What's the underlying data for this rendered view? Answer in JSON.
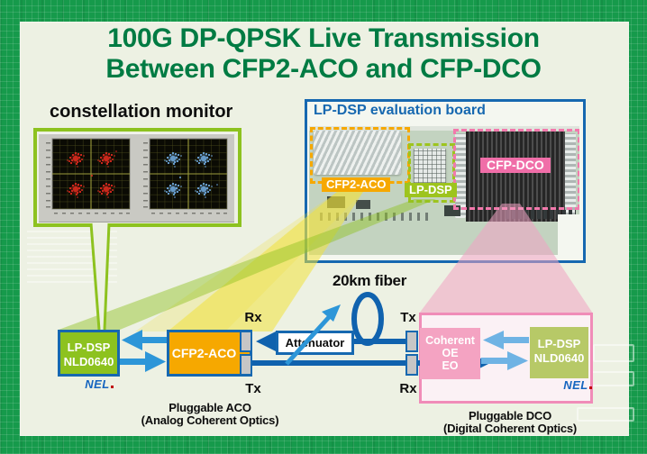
{
  "title": {
    "line1": "100G DP-QPSK Live Transmission",
    "line2": "Between CFP2-ACO and CFP-DCO"
  },
  "constellation_monitor": {
    "label": "constellation monitor"
  },
  "evaluation_board": {
    "title": "LP-DSP evaluation board",
    "components": {
      "cfp2_aco": "CFP2-ACO",
      "lp_dsp": "LP-DSP",
      "cfp_dco": "CFP-DCO"
    }
  },
  "diagram": {
    "aco_dsp_module": {
      "line1": "LP-DSP",
      "line2": "NLD0640"
    },
    "aco_module": "CFP2-ACO",
    "attenuator": "Attenuator",
    "fiber_label": "20km fiber",
    "ports": {
      "aco_rx": "Rx",
      "aco_tx": "Tx",
      "dco_tx": "Tx",
      "dco_rx": "Rx"
    },
    "dco_oe_module": {
      "line1": "Coherent",
      "line2": "OE",
      "line3": "EO"
    },
    "dco_dsp_module": {
      "line1": "LP-DSP",
      "line2": "NLD0640"
    },
    "nel_logo": "NEL",
    "aco_caption": {
      "line1": "Pluggable ACO",
      "line2": "(Analog Coherent Optics)"
    },
    "dco_caption": {
      "line1": "Pluggable DCO",
      "line2": "(Digital Coherent Optics)"
    }
  },
  "colors": {
    "frame_green": "#169A4B",
    "title_green": "#007B43",
    "lime": "#8DC21F",
    "blue_border": "#1668B0",
    "arrow_blue": "#2D96D8",
    "arrow_light_blue": "#6FB3E4",
    "line_blue": "#1062AE",
    "orange": "#F6A800",
    "pink": "#F06EA8",
    "pink_light": "#F4A3C2",
    "nel_blue": "#1565BF",
    "constellation_red": "#DC2A1E",
    "constellation_blue": "#6FA8DC"
  }
}
